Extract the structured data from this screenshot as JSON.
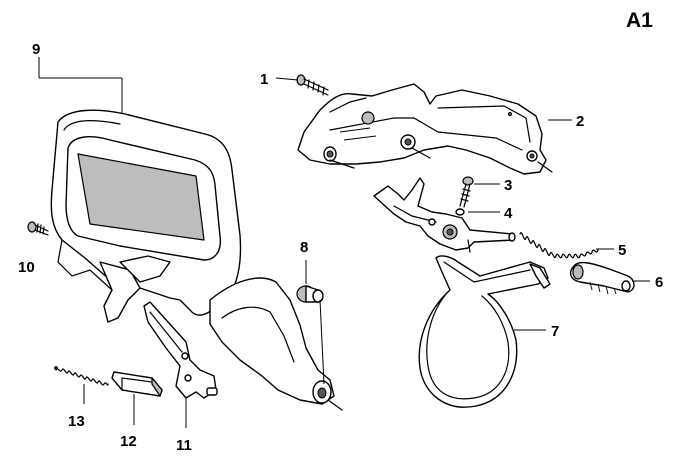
{
  "sheet_id": "A1",
  "callouts": {
    "p1": "1",
    "p2": "2",
    "p3": "3",
    "p4": "4",
    "p5": "5",
    "p6": "6",
    "p7": "7",
    "p8": "8",
    "p9": "9",
    "p10": "10",
    "p11": "11",
    "p12": "12",
    "p13": "13"
  }
}
